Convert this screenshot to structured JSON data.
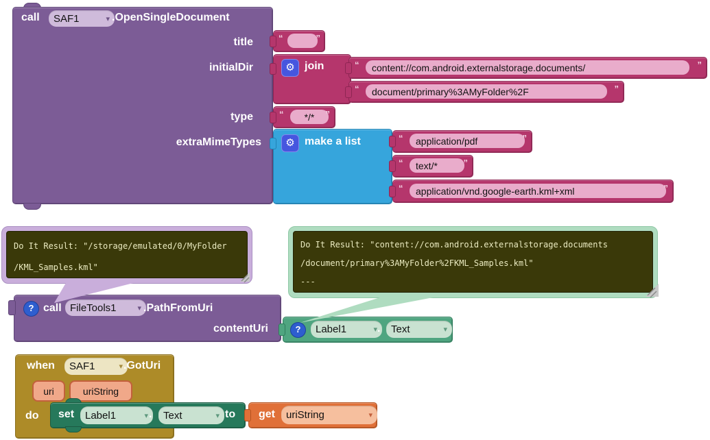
{
  "colors": {
    "method_block_purple": "#7c5c96",
    "text_block_pink": "#b5366c",
    "text_field_pink": "#e9accb",
    "list_block_blue": "#36a5dc",
    "event_block_mustard": "#ad8b28",
    "setter_block_green": "#26795b",
    "getter_block_orange": "#e07038",
    "component_getter_green": "#4fa580",
    "mutator_gear_blue": "#4656df",
    "help_icon_blue": "#2e5ecf",
    "comment_frame_lavender": "#c9aedb",
    "comment_frame_green": "#afdcc0",
    "comment_background_olive": "#3a3909",
    "comment_text": "#eaeac0"
  },
  "icons": {
    "gear": "⚙",
    "help": "?",
    "dropdown": "▾",
    "open_quote": "“",
    "close_quote": "”"
  },
  "blocks": {
    "open_document": {
      "call_label": "call",
      "component": "SAF1",
      "method": ".OpenSingleDocument",
      "param_title": "title",
      "param_initial_dir": "initialDir",
      "param_type": "type",
      "param_extra_mime_types": "extraMimeTypes",
      "title_value": "",
      "join": {
        "label": "join",
        "item1": "content://com.android.externalstorage.documents/",
        "item2": "document/primary%3AMyFolder%2F"
      },
      "type_value": "*/*",
      "make_list": {
        "label": "make a list",
        "item1": "application/pdf",
        "item2": "text/*",
        "item3": "application/vnd.google-earth.kml+xml"
      }
    },
    "path_from_uri": {
      "call_label": "call",
      "component": "FileTools1",
      "method": ".PathFromUri",
      "param": "contentUri"
    },
    "label_text": {
      "component": "Label1",
      "dot": ".",
      "property": "Text"
    },
    "got_uri": {
      "when_label": "when",
      "component": "SAF1",
      "event": ".GotUri",
      "param1": "uri",
      "param2": "uriString",
      "do_label": "do",
      "set_label": "set",
      "set_component": "Label1",
      "dot": ".",
      "set_property": "Text",
      "to_label": "to",
      "get_label": "get",
      "get_variable": "uriString"
    }
  },
  "comments": {
    "left": {
      "line1": "Do It Result: \"/storage/emulated/0/MyFolder",
      "line2": "/KML_Samples.kml\""
    },
    "right": {
      "line1": "Do It Result: \"content://com.android.externalstorage.documents",
      "line2": "/document/primary%3AMyFolder%2FKML_Samples.kml\"",
      "line3": "---"
    }
  }
}
